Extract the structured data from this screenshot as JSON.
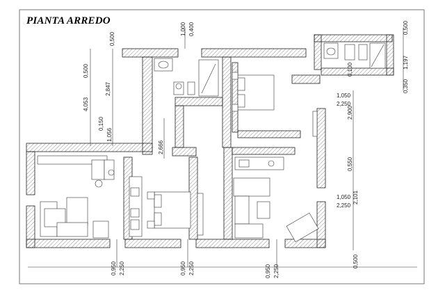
{
  "title": "PIANTA ARREDO",
  "dimensions": {
    "top_a": "1,000",
    "top_b": "0,400",
    "left_v1": "0,500",
    "left_v2": "4,053",
    "left_v3": "0,500",
    "left_v4": "2,847",
    "left_v5": "0,150",
    "left_v6": "1,056",
    "mid_v": "2,666",
    "right_top1": "0,500",
    "right_top2": "1,197",
    "right_top3": "0,100",
    "right_top4": "0,350",
    "right_h1a": "1,050",
    "right_h1b": "2,250",
    "right_v1": "2,900",
    "right_v2": "0,550",
    "right_h2a": "1,050",
    "right_h2b": "2,250",
    "right_v3": "2,101",
    "right_v4": "0,500",
    "bottom_1a": "0,950",
    "bottom_1b": "2,250",
    "bottom_2a": "0,950",
    "bottom_2b": "2,250",
    "bottom_3a": "0,950",
    "bottom_3b": "2,250"
  }
}
